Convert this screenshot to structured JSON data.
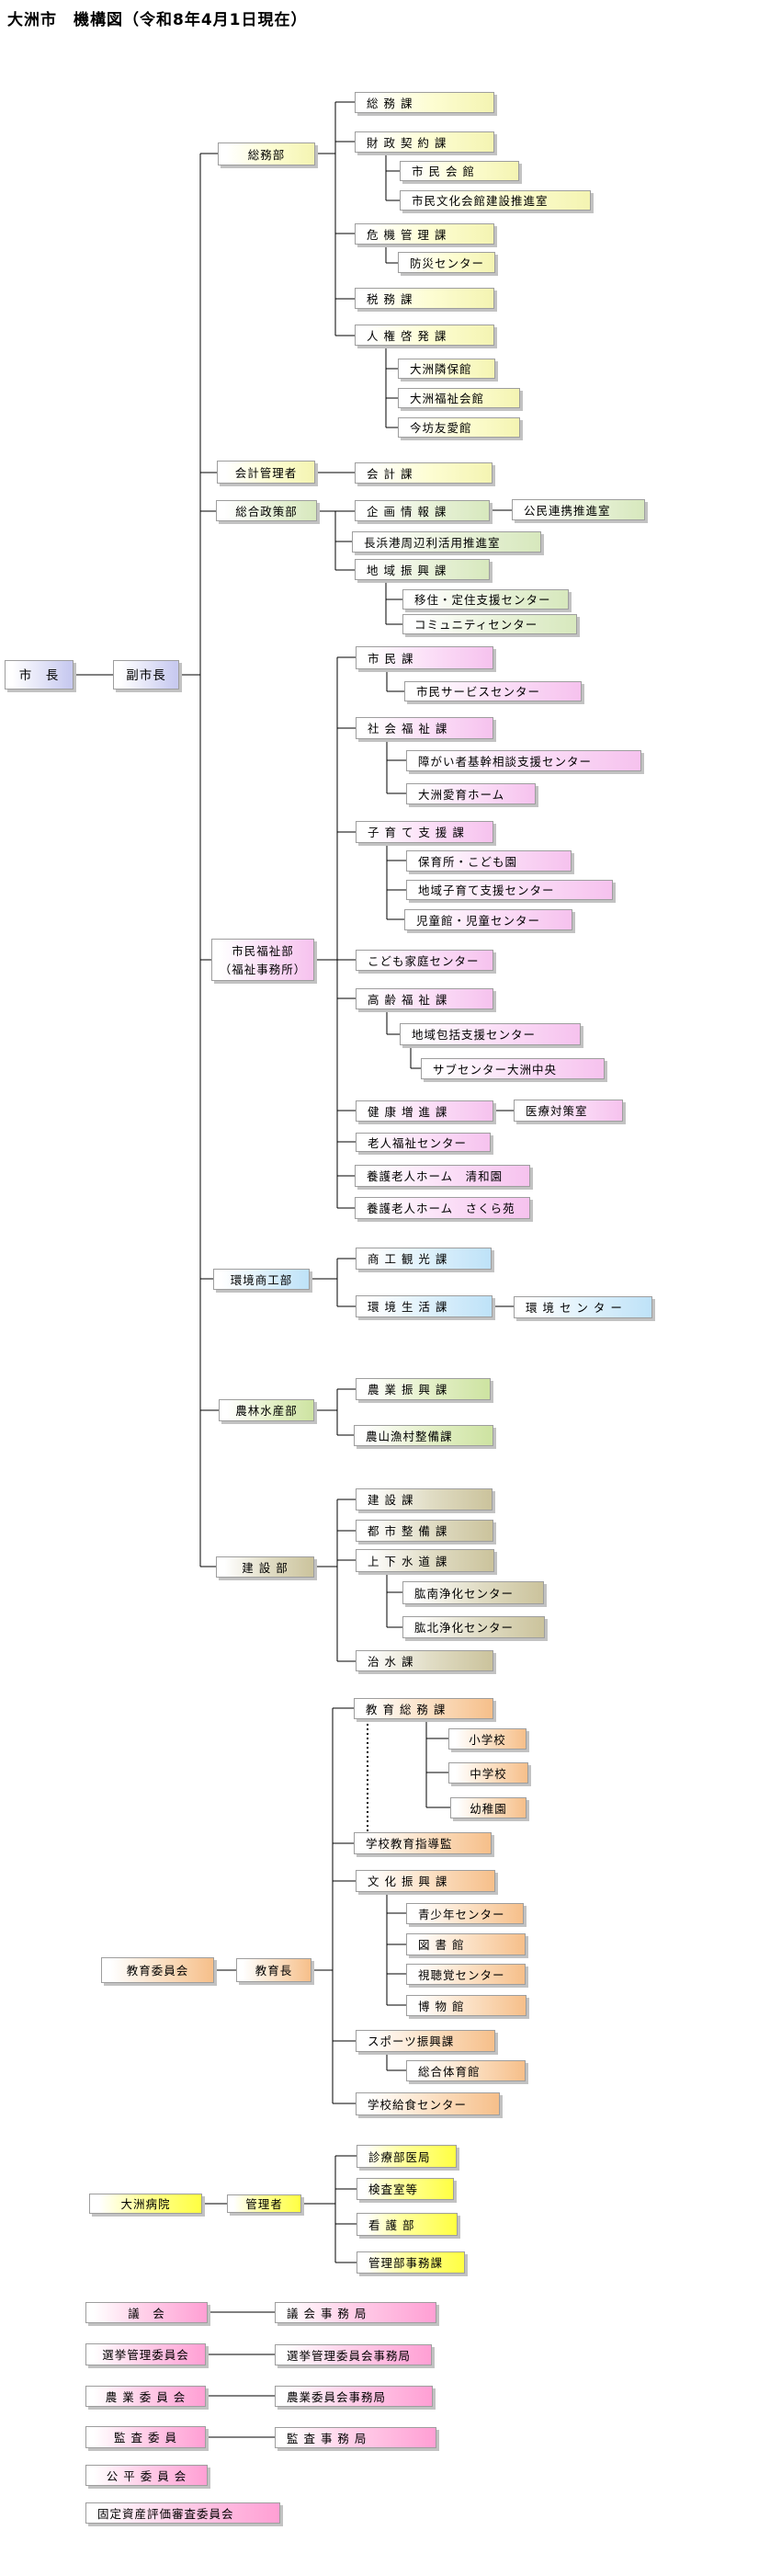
{
  "title": "大洲市　機構図（令和8年4月1日現在）",
  "colors": {
    "mayor_accent": "#c8caf0",
    "soumu_yellow": "#f4f4b2",
    "seisaku_green": "#d7e8bd",
    "fukushi_pink": "#f6c2ee",
    "kankyou_blue": "#bee2f8",
    "nourin_yellowgreen": "#cde3a1",
    "kensetsu_khaki": "#cbc39c",
    "kyouiku_orange": "#f6bf8a",
    "byouin_yellow": "#ffff42",
    "iinkai_pink": "#ff9fd4",
    "line": "#000000",
    "border": "#9e9e9e"
  },
  "nodes": {
    "shichou": "市　長",
    "fukushichou": "副市長",
    "soumubu": "総務部",
    "soumuka": "総 務 課",
    "zaisei": "財 政 契 約 課",
    "shiminkaikan": "市 民 会 館",
    "bunkakaikan": "市民文化会館建設推進室",
    "kiki": "危 機 管 理 課",
    "bousai": "防災センター",
    "zeimu": "税 務 課",
    "jinken": "人 権 啓 発 課",
    "rinpo": "大洲隣保館",
    "fukushikaikan": "大洲福祉会館",
    "imabo": "今坊友愛館",
    "kaikeikanrisha": "会計管理者",
    "kaikeika": "会 計 課",
    "sougouseisaku": "総合政策部",
    "kikaku": "企 画 情 報 課",
    "koumin": "公民連携推進室",
    "nagahama": "長浜港周辺利活用推進室",
    "chiikishinkou": "地 域 振 興 課",
    "iju": "移住・定住支援センター",
    "community": "コミュニティセンター",
    "shiminka": "市 民 課",
    "shiminservice": "市民サービスセンター",
    "shakaifukushi": "社 会 福 祉 課",
    "shougai": "障がい者基幹相談支援センター",
    "aiiku": "大洲愛育ホーム",
    "kosodate": "子 育 て 支 援 課",
    "hoikusho": "保育所・こども園",
    "chiikikosodate": "地域子育て支援センター",
    "jidoukan": "児童館・児童センター",
    "shiminfukushibu1": "市民福祉部",
    "shiminfukushibu2": "（福祉事務所）",
    "kodomokatei": "こども家庭センター",
    "koureifukushi": "高 齢 福 祉 課",
    "chiikihoukatsu": "地域包括支援センター",
    "subcenter": "サブセンター大洲中央",
    "kenkou": "健 康 増 進 課",
    "iryou": "医療対策室",
    "roujin": "老人福祉センター",
    "seiwa": "養護老人ホーム　清和園",
    "sakura": "養護老人ホーム　さくら苑",
    "kankyoushoukoubu": "環境商工部",
    "shoukoukankou": "商 工 観 光 課",
    "kankyouseikatsu": "環 境 生 活 課",
    "kankyoucenter": "環 境 セ ン タ ー",
    "nourinsuisanbu": "農林水産部",
    "nougyoushinkou": "農 業 振 興 課",
    "nousangyoson": "農山漁村整備課",
    "kensetsubu": "建 設 部",
    "kensetsuka": "建 設 課",
    "toshiseibi": "都 市 整 備 課",
    "jougesuido": "上 下 水 道 課",
    "hinan": "肱南浄化センター",
    "hinkita": "肱北浄化センター",
    "chisui": "治 水 課",
    "kyouikuiinkai": "教育委員会",
    "kyouikuchou": "教育長",
    "kyouikusoumu": "教 育 総 務 課",
    "shougakkou": "小学校",
    "chuugakkou": "中学校",
    "youchien": "幼稚園",
    "shidoukan": "学校教育指導監",
    "bunkashinkou": "文 化 振 興 課",
    "seishounen": "青少年センター",
    "tosho": "図 書 館",
    "shichoukaku": "視聴覚センター",
    "hakubutsu": "博 物 館",
    "sportsshinkou": "スポーツ振興課",
    "taiikukan": "総合体育館",
    "kyuushoku": "学校給食センター",
    "byouin": "大洲病院",
    "kanrisha": "管理者",
    "shinryou": "診療部医局",
    "kensa": "検査室等",
    "kango": "看 護 部",
    "kanribu": "管理部事務課",
    "gikai": "議　会",
    "gikaijimu": "議 会 事 務 局",
    "senkyo": "選挙管理委員会",
    "senkyojimu": "選挙管理委員会事務局",
    "nougyouiinkai": "農 業 委 員 会",
    "nougyoujimu": "農業委員会事務局",
    "kansaiin": "監 査 委 員",
    "kansajimu": "監 査 事 務 局",
    "kouhei": "公 平 委 員 会",
    "koteishisan": "固定資産評価審査委員会"
  }
}
